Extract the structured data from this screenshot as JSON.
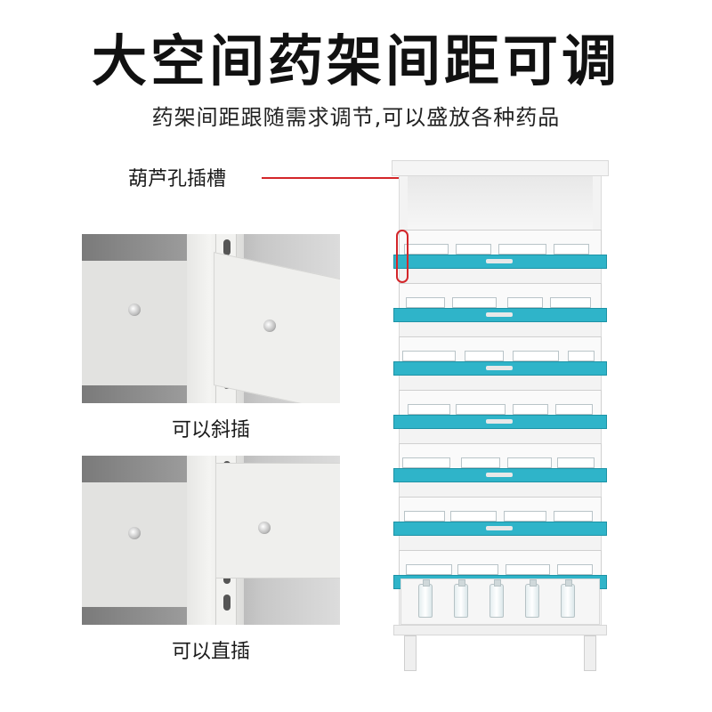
{
  "headline": "大空间药架间距可调",
  "subline": "药架间距跟随需求调节,可以盛放各种药品",
  "callout": {
    "label": "葫芦孔插槽",
    "accent": "#d3262a"
  },
  "photos": [
    {
      "caption": "可以斜插"
    },
    {
      "caption": "可以直插"
    }
  ],
  "cabinet": {
    "tray_count": 7,
    "bottle_count": 5,
    "tray_color": "#2fb4c9"
  }
}
